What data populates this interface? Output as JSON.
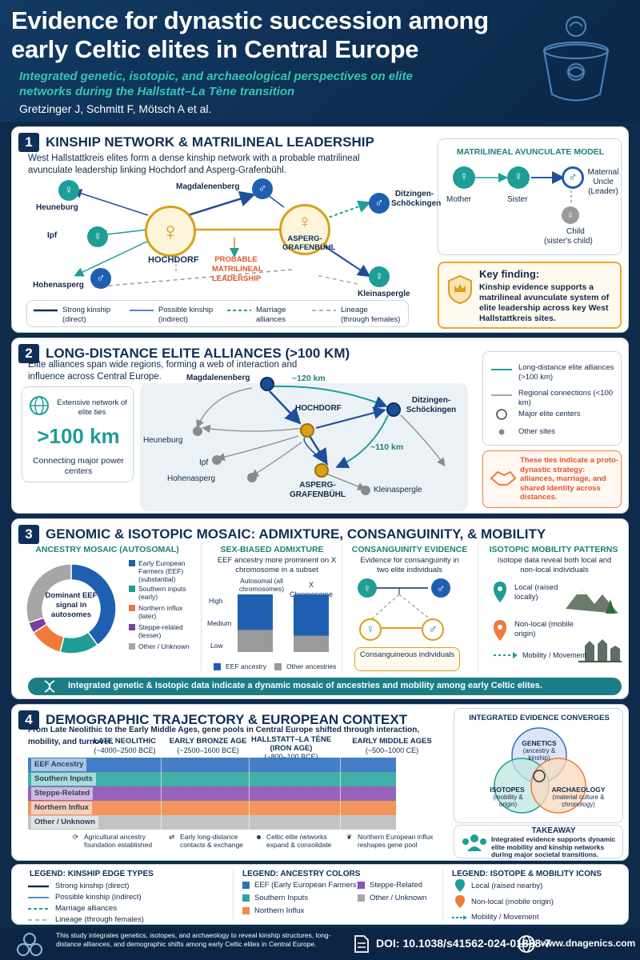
{
  "header": {
    "title": "Evidence for dynastic succession among early Celtic elites in Central Europe",
    "subtitle": "Integrated genetic, isotopic, and archaeological perspectives on elite networks during the Hallstatt–La Tène transition",
    "authors": "Gretzinger J, Schmitt F, Mötsch A et al."
  },
  "s1": {
    "num": "1",
    "title": "KINSHIP NETWORK & MATRILINEAL LEADERSHIP",
    "intro": "West Hallstattkreis elites form a dense kinship network with a probable matrilineal avunculate leadership linking Hochdorf and Asperg-Grafenbühl.",
    "sites": {
      "heuneburg": "Heuneburg",
      "ipf": "Ipf",
      "hohenasperg": "Hohenasperg",
      "magdalenenberg": "Magdalenenberg",
      "hochdorf": "HOCHDORF",
      "asperg": "ASPERG-GRAFENBÜHL",
      "ditzingen": "Ditzingen-Schöckingen",
      "kleinaspergle": "Kleinaspergle"
    },
    "probable": "PROBABLE MATRILINEAL LEADERSHIP",
    "legend": [
      {
        "label": "Strong kinship",
        "sub": "(direct)"
      },
      {
        "label": "Possible kinship",
        "sub": "(indirect)"
      },
      {
        "label": "Marriage",
        "sub": "alliances"
      },
      {
        "label": "Lineage",
        "sub": "(through females)"
      }
    ],
    "model": {
      "title": "MATRILINEAL AVUNCULATE MODEL",
      "mother": "Mother",
      "sister": "Sister",
      "uncle": "Maternal Uncle (Leader)",
      "child": "Child",
      "child_sub": "(sister's child)"
    },
    "key": {
      "title": "Key finding:",
      "text": "Kinship evidence supports a matrilineal avunculate system of elite leadership across key West Hallstattkreis sites."
    }
  },
  "s2": {
    "num": "2",
    "title": "LONG-DISTANCE ELITE ALLIANCES (>100 KM)",
    "intro": "Elite alliances span wide regions, forming a web of interaction and influence across Central Europe.",
    "ext_title": "Extensive network of elite ties",
    "big": ">100 km",
    "ext_sub": "Connecting major power centers",
    "dist1": "~120 km",
    "dist2": "~110 km",
    "sites": {
      "magdalenenberg": "Magdalenenberg",
      "hochdorf": "HOCHDORF",
      "ditzingen": "Ditzingen-Schöckingen",
      "heuneburg": "Heuneburg",
      "ipf": "Ipf",
      "hohenasperg": "Hohenasperg",
      "asperg": "ASPERG-GRAFENBÜHL",
      "kleinaspergle": "Kleinaspergle"
    },
    "legend": [
      "Long-distance elite alliances (>100 km)",
      "Regional connections (<100 km)",
      "Major elite centers",
      "Other sites"
    ],
    "note": "These ties indicate a proto-dynastic strategy: alliances, marriage, and shared identity across distances."
  },
  "s3": {
    "num": "3",
    "title": "GENOMIC & ISOTOPIC MOSAIC: ADMIXTURE, CONSANGUINITY, & MOBILITY",
    "ancestry_title": "ANCESTRY MOSAIC (AUTOSOMAL)",
    "donut_center": "Dominant EEF signal in autosomes",
    "donut": [
      {
        "label": "Early European Farmers (EEF) (substantial)",
        "value": 40,
        "color": "#1f5fb0"
      },
      {
        "label": "Southern inputs (early)",
        "value": 14,
        "color": "#1e9e96"
      },
      {
        "label": "Northern influx (later)",
        "value": 12,
        "color": "#f07a3a"
      },
      {
        "label": "Steppe-related (lesser)",
        "value": 4,
        "color": "#7a3fa0"
      },
      {
        "label": "Other / Unknown",
        "value": 30,
        "color": "#a6a6a6"
      }
    ],
    "sex_title": "SEX-BIASED ADMIXTURE",
    "sex_intro": "EEF ancestry more prominent on X chromosome in a subset",
    "autosomal_label": "Autosomal (all chromosomes)",
    "x_label": "X Chromosome",
    "levels": [
      "High",
      "Medium",
      "Low"
    ],
    "bars": [
      {
        "name": "Autosomal",
        "eef": 62,
        "other": 38
      },
      {
        "name": "X",
        "eef": 72,
        "other": 28
      }
    ],
    "bar_legend": [
      "EEF ancestry",
      "Other ancestries"
    ],
    "cons_title": "CONSANGUINITY EVIDENCE",
    "cons_intro": "Evidence for consanguinity in two elite individuals",
    "cons_label": "Consanguineous individuals",
    "iso_title": "ISOTOPIC MOBILITY PATTERNS",
    "iso_intro": "Isotope data reveal both local and non-local individuals",
    "local": "Local (raised locally)",
    "nonlocal": "Non-local (mobile origin)",
    "mobility": "Mobility / Movement",
    "banner": "Integrated genetic & Isotopic data indicate a dynamic mosaic of ancestries and mobility among early Celtic elites."
  },
  "s4": {
    "num": "4",
    "title": "DEMOGRAPHIC TRAJECTORY & EUROPEAN CONTEXT",
    "intro": "From Late Neolithic to the Early Middle Ages, gene pools in Central Europe shifted through interaction, mobility, and turnover.",
    "periods": [
      {
        "name": "LATE NEOLITHIC",
        "range": "(~4000–2500 BCE)",
        "note": "Agricultural ancestry foundation established"
      },
      {
        "name": "EARLY BRONZE AGE",
        "range": "(~2500–1600 BCE)",
        "note": "Early long-distance contacts & exchange"
      },
      {
        "name": "HALLSTATT–LA TÈNE (IRON AGE)",
        "range": "(~800–100 BCE)",
        "note": "Celtic elite networks expand & consolidate"
      },
      {
        "name": "EARLY MIDDLE AGES",
        "range": "(~500–1000 CE)",
        "note": "Northern European influx reshapes gene pool"
      }
    ],
    "streams": [
      {
        "label": "EEF Ancestry",
        "color": "#2f6fc0"
      },
      {
        "label": "Southern Inputs",
        "color": "#2aa69e"
      },
      {
        "label": "Steppe-Related",
        "color": "#8a52b5"
      },
      {
        "label": "Northern Influx",
        "color": "#f08a4a"
      },
      {
        "label": "Other / Unknown",
        "color": "#bdbdbd"
      }
    ],
    "venn_title": "INTEGRATED EVIDENCE CONVERGES",
    "venn": [
      {
        "title": "GENETICS",
        "sub": "(ancestry & kinship)"
      },
      {
        "title": "ISOTOPES",
        "sub": "(mobility & origin)"
      },
      {
        "title": "ARCHAEOLOGY",
        "sub": "(material culture & chronology)"
      }
    ],
    "takeaway_title": "TAKEAWAY",
    "takeaway": "Integrated evidence supports dynamic elite mobility and kinship networks during major societal transitions."
  },
  "legend": {
    "edge_title": "LEGEND: KINSHIP EDGE TYPES",
    "edges": [
      "Strong kinship (direct)",
      "Possible kinship (indirect)",
      "Marriage alliances",
      "Lineage (through females)"
    ],
    "anc_title": "LEGEND: ANCESTRY COLORS",
    "anc": [
      {
        "label": "EEF (Early European Farmers)",
        "color": "#2f6fc0"
      },
      {
        "label": "Steppe-Related",
        "color": "#8a52b5"
      },
      {
        "label": "Southern Inputs",
        "color": "#2aa69e"
      },
      {
        "label": "Other / Unknown",
        "color": "#a6a6a6"
      },
      {
        "label": "Northern Influx",
        "color": "#f08a4a"
      }
    ],
    "iso_title": "LEGEND: ISOTOPE & MOBILITY ICONS",
    "iso": [
      "Local (raised nearby)",
      "Non-local (mobile origin)",
      "Mobility / Movement"
    ]
  },
  "footer": {
    "summary": "This study integrates genetics, isotopes, and archaeology to reveal kinship structures, long-distance alliances, and demographic shifts among early Celtic elites in Central Europe.",
    "doi": "DOI: 10.1038/s41562-024-01888-7",
    "site": "www.dnagenics.com"
  }
}
